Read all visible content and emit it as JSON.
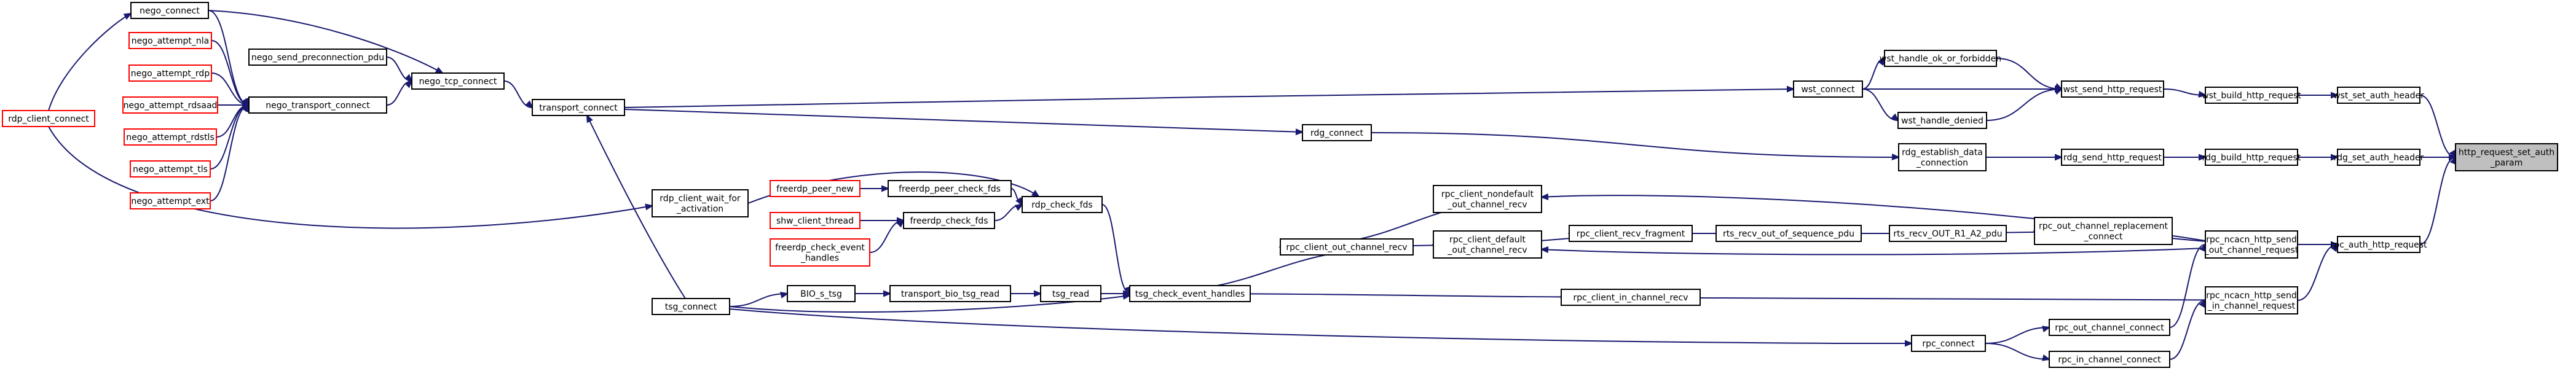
{
  "colors": {
    "edge": "#191970",
    "node_border": "#000000",
    "node_fill": "#ffffff",
    "truncated_border": "#ff0000",
    "focus_fill": "#bfbfbf"
  },
  "nodes": {
    "http_request_set_auth_param": [
      "http_request_set_auth",
      "_param"
    ],
    "wst_set_auth_header": [
      "wst_set_auth_header"
    ],
    "rdg_set_auth_header": [
      "rdg_set_auth_header"
    ],
    "rpc_auth_http_request": [
      "rpc_auth_http_request"
    ],
    "wst_build_http_request": [
      "wst_build_http_request"
    ],
    "rdg_build_http_request": [
      "rdg_build_http_request"
    ],
    "rpc_ncacn_http_send_out_channel_request": [
      "rpc_ncacn_http_send",
      "_out_channel_request"
    ],
    "rpc_ncacn_http_send_in_channel_request": [
      "rpc_ncacn_http_send",
      "_in_channel_request"
    ],
    "wst_send_http_request": [
      "wst_send_http_request"
    ],
    "rdg_send_http_request": [
      "rdg_send_http_request"
    ],
    "wst_handle_ok_or_forbidden": [
      "wst_handle_ok_or_forbidden"
    ],
    "wst_handle_denied": [
      "wst_handle_denied"
    ],
    "wst_connect": [
      "wst_connect"
    ],
    "rdg_establish_data_connection": [
      "rdg_establish_data",
      "_connection"
    ],
    "rdg_connect": [
      "rdg_connect"
    ],
    "transport_connect": [
      "transport_connect"
    ],
    "nego_tcp_connect": [
      "nego_tcp_connect"
    ],
    "nego_connect": [
      "nego_connect"
    ],
    "nego_send_preconnection_pdu": [
      "nego_send_preconnection_pdu"
    ],
    "nego_transport_connect": [
      "nego_transport_connect"
    ],
    "nego_attempt_nla": [
      "nego_attempt_nla"
    ],
    "nego_attempt_rdp": [
      "nego_attempt_rdp"
    ],
    "nego_attempt_rdsaad": [
      "nego_attempt_rdsaad"
    ],
    "nego_attempt_rdstls": [
      "nego_attempt_rdstls"
    ],
    "nego_attempt_tls": [
      "nego_attempt_tls"
    ],
    "nego_attempt_ext": [
      "nego_attempt_ext"
    ],
    "rdp_client_connect": [
      "rdp_client_connect"
    ],
    "rdp_client_wait_for_activation": [
      "rdp_client_wait_for",
      "_activation"
    ],
    "tsg_connect": [
      "tsg_connect"
    ],
    "rdp_check_fds": [
      "rdp_check_fds"
    ],
    "freerdp_check_fds": [
      "freerdp_check_fds"
    ],
    "freerdp_peer_check_fds": [
      "freerdp_peer_check_fds"
    ],
    "freerdp_peer_new": [
      "freerdp_peer_new"
    ],
    "shw_client_thread": [
      "shw_client_thread"
    ],
    "freerdp_check_event_handles": [
      "freerdp_check_event",
      "_handles"
    ],
    "tsg_check_event_handles": [
      "tsg_check_event_handles"
    ],
    "tsg_read": [
      "tsg_read"
    ],
    "transport_bio_tsg_read": [
      "transport_bio_tsg_read"
    ],
    "BIO_s_tsg": [
      "BIO_s_tsg"
    ],
    "rpc_client_out_channel_recv": [
      "rpc_client_out_channel_recv"
    ],
    "rpc_client_nondefault_out_channel_recv": [
      "rpc_client_nondefault",
      "_out_channel_recv"
    ],
    "rpc_client_default_out_channel_recv": [
      "rpc_client_default",
      "_out_channel_recv"
    ],
    "rpc_client_recv_fragment": [
      "rpc_client_recv_fragment"
    ],
    "rts_recv_out_of_sequence_pdu": [
      "rts_recv_out_of_sequence_pdu"
    ],
    "rts_recv_OUT_R1_A2_pdu": [
      "rts_recv_OUT_R1_A2_pdu"
    ],
    "rpc_out_channel_replacement_connect": [
      "rpc_out_channel_replacement",
      "_connect"
    ],
    "rpc_client_in_channel_recv": [
      "rpc_client_in_channel_recv"
    ],
    "rpc_out_channel_connect": [
      "rpc_out_channel_connect"
    ],
    "rpc_in_channel_connect": [
      "rpc_in_channel_connect"
    ],
    "rpc_connect": [
      "rpc_connect"
    ]
  }
}
